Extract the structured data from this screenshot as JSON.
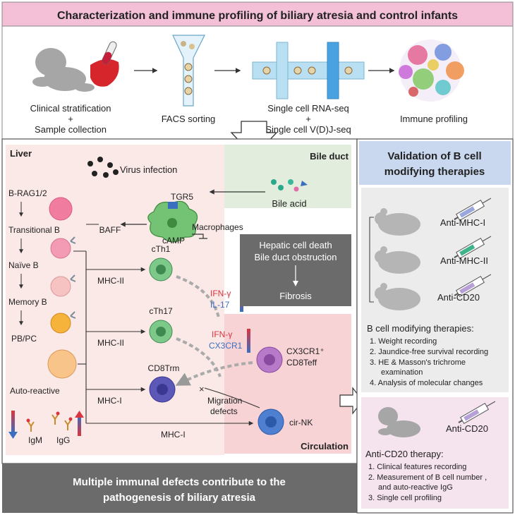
{
  "header": {
    "title": "Characterization and immune profiling of biliary atresia and control infants"
  },
  "pipeline": {
    "step1_line1": "Clinical stratification",
    "step1_line2": "+",
    "step1_line3": "Sample collection",
    "step2": "FACS sorting",
    "step3_line1": "Single cell RNA-seq",
    "step3_line2": "+",
    "step3_line3": "Single cell V(D)J-seq",
    "step4": "Immune profiling"
  },
  "liver_panel": {
    "liver_label": "Liver",
    "bile_duct_label": "Bile duct",
    "circulation_label": "Circulation",
    "virus_infection": "Virus infection",
    "bile_acid": "Bile acid",
    "tgr5": "TGR5",
    "camp": "cAMP",
    "macrophages": "Macrophages",
    "baff": "BAFF",
    "b_stages": [
      "B-RAG1/2",
      "Transitional B",
      "Naïve B",
      "Memory B",
      "PB/PC"
    ],
    "auto_reactive": "Auto-reactive",
    "igm": "IgM",
    "igg": "IgG",
    "cth1": "cTh1",
    "cth17": "cTh17",
    "cd8trm": "CD8Trm",
    "cx3cr1_line1": "CX3CR1⁺",
    "cx3cr1_line2": "CD8Teff",
    "cir_nk": "cir-NK",
    "migration_line1": "Migration",
    "migration_line2": "defects",
    "mhc_ii_1": "MHC-II",
    "mhc_ii_2": "MHC-II",
    "mhc_i_1": "MHC-I",
    "mhc_i_2": "MHC-I",
    "ifn_1": "IFN-γ",
    "il17": "IL-17",
    "ifn_2": "IFN-γ",
    "cx3cr1": "CX3CR1",
    "hepatic_line1": "Hepatic cell death",
    "hepatic_line2": "Bile duct obstruction",
    "fibrosis": "Fibrosis",
    "colors": {
      "red": "#d9353e",
      "blue": "#3a6fc0"
    }
  },
  "validation": {
    "title_line1": "Validation of B cell",
    "title_line2": "modifying therapies",
    "anti_mhc_i": "Anti-MHC-I",
    "anti_mhc_ii": "Anti-MHC-II",
    "anti_cd20": "Anti-CD20",
    "therapies_heading": "B cell modifying therapies:",
    "therapies_items": [
      "1. Weight recording",
      "2. Jaundice-free survival recording",
      "3. HE & Masson's trichrome",
      "examination",
      "4. Analysis of molecular changes"
    ],
    "anti_cd20_infant": "Anti-CD20",
    "cd20_heading": "Anti-CD20 therapy:",
    "cd20_items": [
      "1. Clinical features recording",
      "2. Measurement of B cell number ,",
      "and auto-reactive IgG",
      "3. Single cell profiling"
    ]
  },
  "footer": {
    "line1": "Multiple immunal defects contribute to the",
    "line2": "pathogenesis of biliary atresia"
  }
}
